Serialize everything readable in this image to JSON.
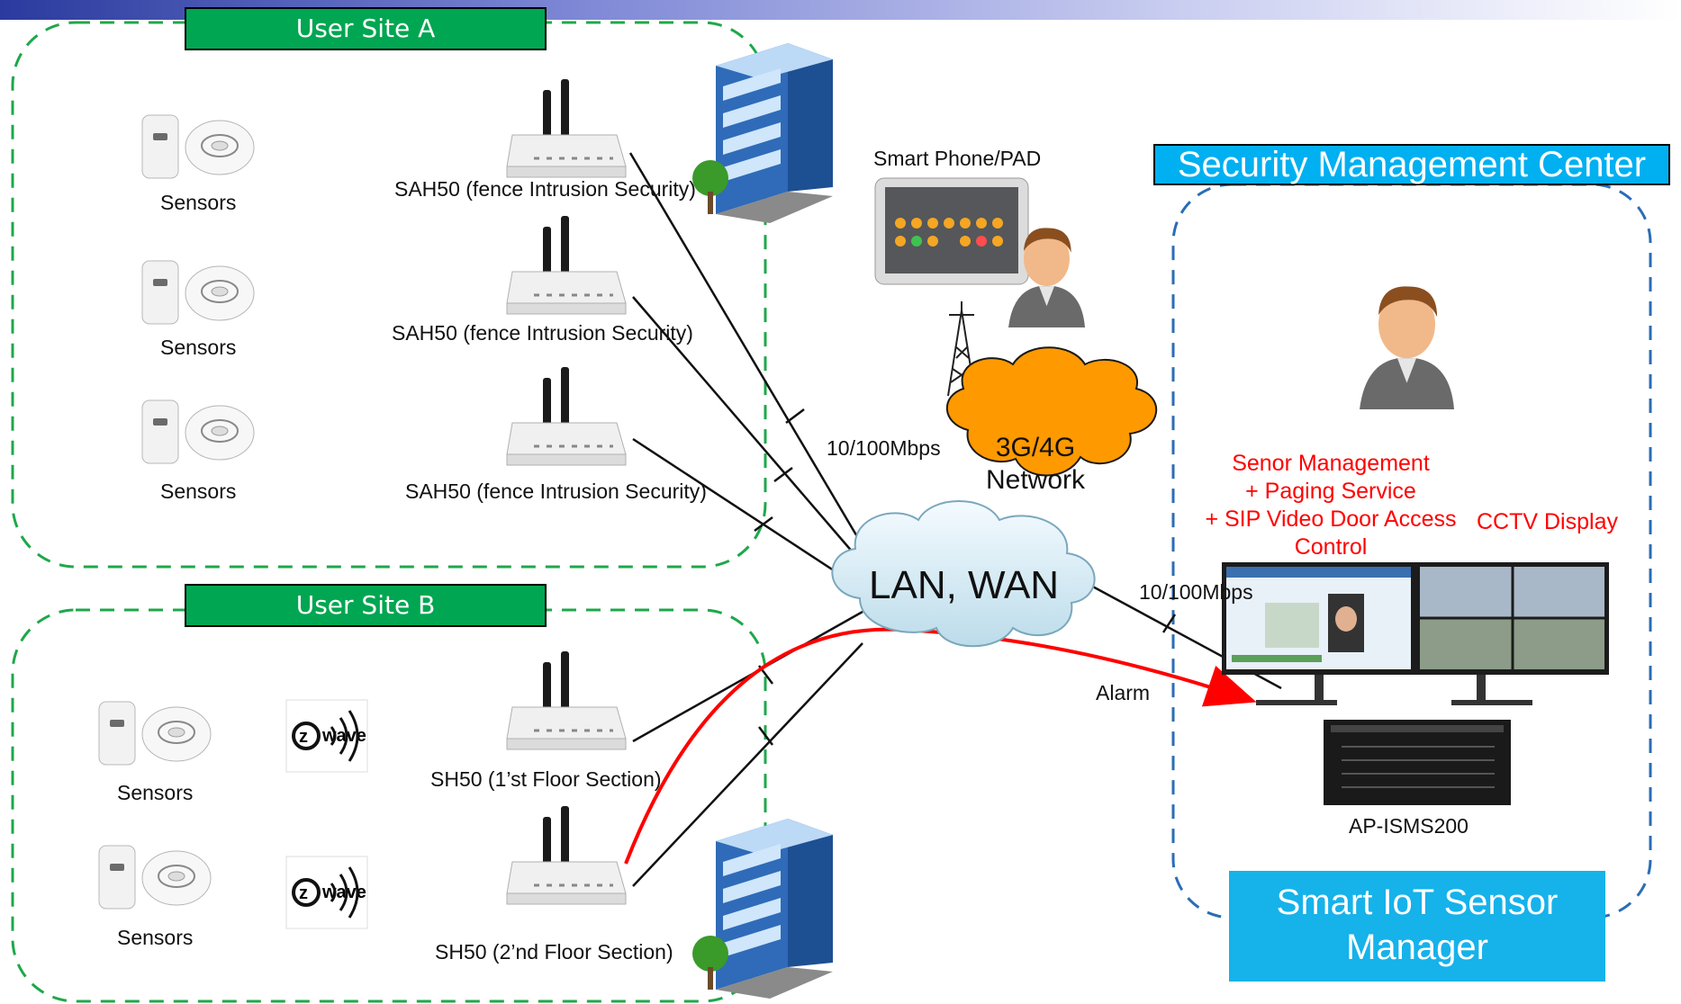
{
  "site_a": {
    "title": "User Site A",
    "sensors": [
      "Sensors",
      "Sensors",
      "Sensors"
    ],
    "gateways": [
      "SAH50 (fence Intrusion Security)",
      "SAH50 (fence Intrusion Security)",
      "SAH50 (fence Intrusion Security)"
    ]
  },
  "site_b": {
    "title": "User Site B",
    "sensors": [
      "Sensors",
      "Sensors"
    ],
    "gateways": [
      "SH50 (1’st Floor Section)",
      "SH50 (2’nd Floor Section)"
    ]
  },
  "mobile": {
    "label": "Smart  Phone/PAD"
  },
  "network": {
    "lan_wan": "LAN, WAN",
    "cellular": "3G/4G\nNetwork",
    "speed_left": "10/100Mbps",
    "speed_right": "10/100Mbps",
    "alarm": "Alarm"
  },
  "center": {
    "title": "Security Management Center",
    "services": "Senor Management\n+ Paging Service\n+ SIP Video Door Access\nControl",
    "cctv": "CCTV Display",
    "server": "AP-ISMS200",
    "manager": "Smart IoT Sensor\nManager"
  },
  "colors": {
    "site_border": "#1ea84a",
    "center_border": "#2a6db5",
    "banner_green": "#00a651",
    "banner_blue": "#00b0f0",
    "alarm_line": "#ff0000",
    "cellular_cloud": "#ff9900",
    "lan_cloud": "#d9eef7"
  }
}
